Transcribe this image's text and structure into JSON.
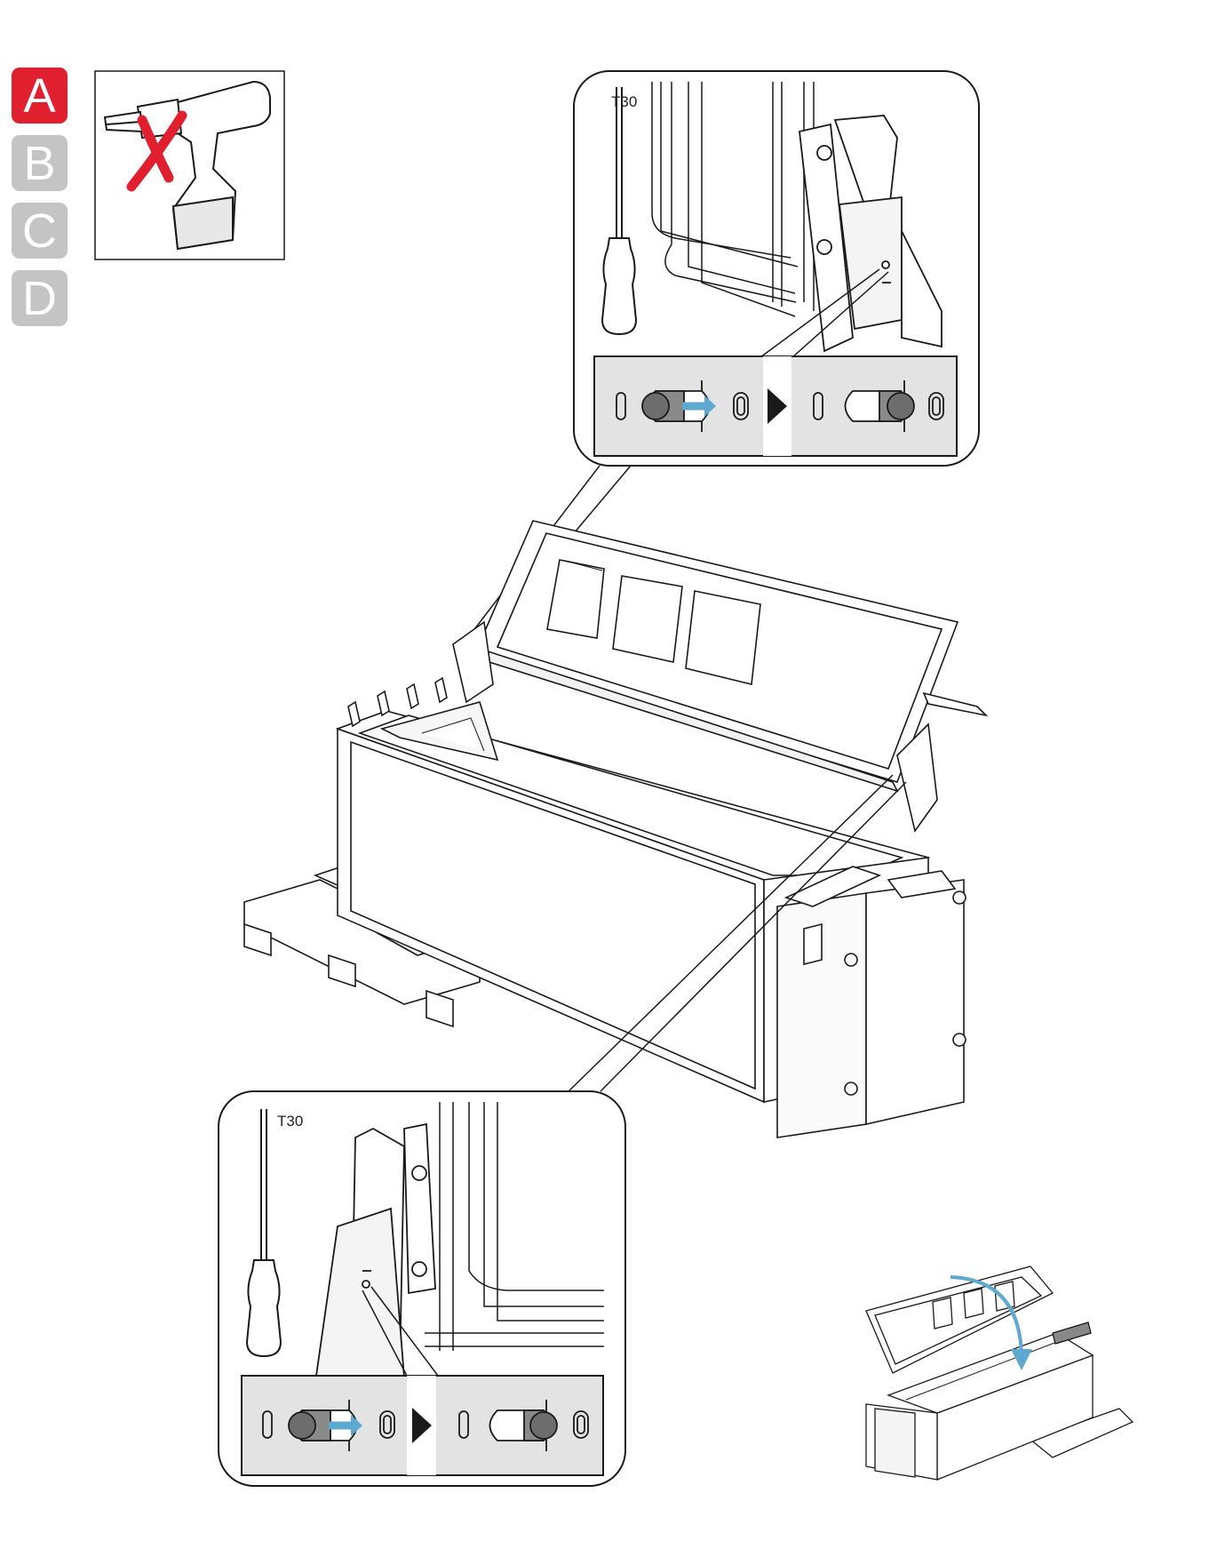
{
  "steps": {
    "tabs": [
      {
        "letter": "A",
        "active": true
      },
      {
        "letter": "B",
        "active": false
      },
      {
        "letter": "C",
        "active": false
      },
      {
        "letter": "D",
        "active": false
      }
    ],
    "active_color": "#e0202e",
    "inactive_color": "#c4c4c4"
  },
  "warning": {
    "icon": "no-power-drill-icon",
    "cross_color": "#e0202e"
  },
  "detail_top": {
    "tool_label": "T30"
  },
  "detail_bottom": {
    "tool_label": "T30"
  },
  "colors": {
    "arrow": "#5da9d0",
    "panel_bg": "#e3e3e3",
    "line": "#1a1a1a"
  }
}
